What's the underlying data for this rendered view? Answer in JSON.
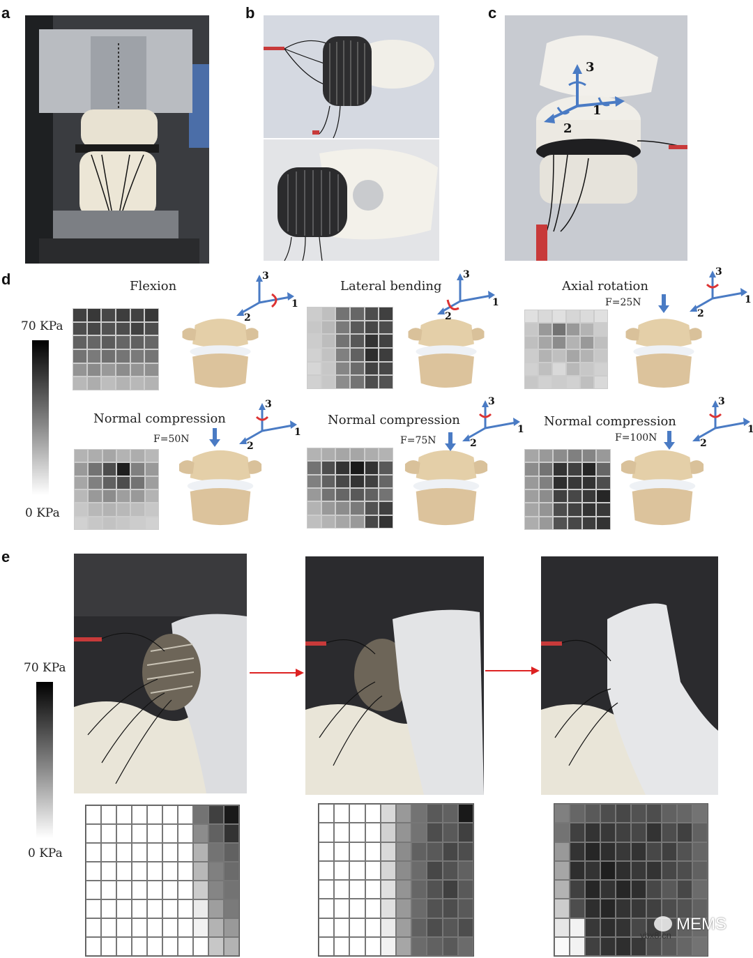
{
  "panels": {
    "a": "a",
    "b": "b",
    "c": "c",
    "d": "d",
    "e": "e"
  },
  "panel_c": {
    "axis_1": "1",
    "axis_2": "2",
    "axis_3": "3"
  },
  "panel_d": {
    "scale_max": "70 KPa",
    "scale_min": "0 KPa",
    "cases": [
      {
        "title": "Flexion",
        "force": "",
        "ax1": "1",
        "ax2": "2",
        "ax3": "3"
      },
      {
        "title": "Lateral bending",
        "force": "",
        "ax1": "1",
        "ax2": "2",
        "ax3": "3"
      },
      {
        "title": "Axial rotation",
        "force": "F=25N",
        "ax1": "1",
        "ax2": "2",
        "ax3": "3"
      },
      {
        "title": "Normal compression",
        "force": "F=50N",
        "ax1": "1",
        "ax2": "2",
        "ax3": "3"
      },
      {
        "title": "Normal compression",
        "force": "F=75N",
        "ax1": "1",
        "ax2": "2",
        "ax3": "3"
      },
      {
        "title": "Normal compression",
        "force": "F=100N",
        "ax1": "1",
        "ax2": "2",
        "ax3": "3"
      }
    ],
    "maps": [
      [
        [
          0.75,
          0.78,
          0.72,
          0.76,
          0.74,
          0.78
        ],
        [
          0.7,
          0.72,
          0.68,
          0.7,
          0.74,
          0.7
        ],
        [
          0.62,
          0.6,
          0.64,
          0.6,
          0.62,
          0.6
        ],
        [
          0.55,
          0.52,
          0.56,
          0.54,
          0.52,
          0.54
        ],
        [
          0.42,
          0.46,
          0.4,
          0.45,
          0.42,
          0.44
        ],
        [
          0.28,
          0.32,
          0.26,
          0.3,
          0.28,
          0.3
        ]
      ],
      [
        [
          0.2,
          0.25,
          0.55,
          0.6,
          0.7,
          0.75
        ],
        [
          0.22,
          0.28,
          0.52,
          0.65,
          0.72,
          0.7
        ],
        [
          0.2,
          0.26,
          0.55,
          0.66,
          0.8,
          0.74
        ],
        [
          0.18,
          0.24,
          0.5,
          0.62,
          0.82,
          0.76
        ],
        [
          0.16,
          0.22,
          0.48,
          0.58,
          0.74,
          0.72
        ],
        [
          0.18,
          0.22,
          0.45,
          0.55,
          0.7,
          0.68
        ]
      ],
      [
        [
          0.12,
          0.15,
          0.12,
          0.16,
          0.14,
          0.12
        ],
        [
          0.22,
          0.4,
          0.55,
          0.4,
          0.3,
          0.2
        ],
        [
          0.25,
          0.35,
          0.45,
          0.3,
          0.4,
          0.25
        ],
        [
          0.2,
          0.3,
          0.25,
          0.35,
          0.3,
          0.22
        ],
        [
          0.18,
          0.25,
          0.15,
          0.28,
          0.22,
          0.18
        ],
        [
          0.22,
          0.18,
          0.2,
          0.18,
          0.25,
          0.15
        ]
      ],
      [
        [
          0.3,
          0.32,
          0.35,
          0.3,
          0.32,
          0.28
        ],
        [
          0.4,
          0.55,
          0.7,
          0.88,
          0.5,
          0.4
        ],
        [
          0.35,
          0.5,
          0.62,
          0.7,
          0.55,
          0.38
        ],
        [
          0.28,
          0.4,
          0.45,
          0.38,
          0.4,
          0.3
        ],
        [
          0.22,
          0.28,
          0.3,
          0.28,
          0.26,
          0.22
        ],
        [
          0.18,
          0.22,
          0.24,
          0.22,
          0.2,
          0.18
        ]
      ],
      [
        [
          0.3,
          0.32,
          0.35,
          0.35,
          0.32,
          0.3
        ],
        [
          0.55,
          0.7,
          0.8,
          0.9,
          0.8,
          0.65
        ],
        [
          0.5,
          0.62,
          0.72,
          0.8,
          0.75,
          0.6
        ],
        [
          0.4,
          0.55,
          0.6,
          0.65,
          0.62,
          0.55
        ],
        [
          0.3,
          0.4,
          0.45,
          0.52,
          0.68,
          0.75
        ],
        [
          0.25,
          0.3,
          0.35,
          0.4,
          0.72,
          0.8
        ]
      ],
      [
        [
          0.35,
          0.4,
          0.45,
          0.5,
          0.48,
          0.4
        ],
        [
          0.45,
          0.55,
          0.8,
          0.75,
          0.85,
          0.6
        ],
        [
          0.4,
          0.5,
          0.82,
          0.78,
          0.8,
          0.7
        ],
        [
          0.38,
          0.45,
          0.75,
          0.72,
          0.78,
          0.85
        ],
        [
          0.35,
          0.42,
          0.7,
          0.74,
          0.8,
          0.78
        ],
        [
          0.32,
          0.4,
          0.68,
          0.72,
          0.76,
          0.8
        ]
      ]
    ]
  },
  "panel_e": {
    "scale_max": "70 KPa",
    "scale_min": "0 KPa",
    "maps": [
      [
        [
          0,
          0,
          0,
          0,
          0,
          0,
          0,
          0.55,
          0.75,
          0.9
        ],
        [
          0,
          0,
          0,
          0,
          0,
          0,
          0,
          0.45,
          0.62,
          0.8
        ],
        [
          0,
          0,
          0,
          0,
          0,
          0,
          0,
          0.3,
          0.55,
          0.62
        ],
        [
          0,
          0,
          0,
          0,
          0,
          0,
          0,
          0.28,
          0.5,
          0.58
        ],
        [
          0,
          0,
          0,
          0,
          0,
          0,
          0,
          0.2,
          0.48,
          0.55
        ],
        [
          0,
          0,
          0,
          0,
          0,
          0,
          0,
          0.08,
          0.38,
          0.52
        ],
        [
          0,
          0,
          0,
          0,
          0,
          0,
          0,
          0.05,
          0.3,
          0.4
        ],
        [
          0,
          0,
          0,
          0,
          0,
          0,
          0,
          0,
          0.22,
          0.3
        ]
      ],
      [
        [
          0,
          0,
          0,
          0,
          0.15,
          0.4,
          0.55,
          0.65,
          0.62,
          0.9
        ],
        [
          0,
          0,
          0,
          0,
          0.18,
          0.42,
          0.55,
          0.7,
          0.65,
          0.75
        ],
        [
          0,
          0,
          0,
          0,
          0.15,
          0.45,
          0.62,
          0.65,
          0.72,
          0.7
        ],
        [
          0,
          0,
          0,
          0,
          0.16,
          0.45,
          0.58,
          0.72,
          0.68,
          0.62
        ],
        [
          0,
          0,
          0,
          0,
          0.12,
          0.42,
          0.6,
          0.68,
          0.75,
          0.65
        ],
        [
          0,
          0,
          0,
          0,
          0.12,
          0.4,
          0.58,
          0.68,
          0.7,
          0.65
        ],
        [
          0,
          0,
          0,
          0,
          0.08,
          0.38,
          0.62,
          0.7,
          0.66,
          0.7
        ],
        [
          0,
          0,
          0,
          0,
          0.05,
          0.35,
          0.58,
          0.62,
          0.65,
          0.58
        ]
      ],
      [
        [
          0.5,
          0.6,
          0.65,
          0.7,
          0.72,
          0.68,
          0.7,
          0.62,
          0.6,
          0.55
        ],
        [
          0.55,
          0.75,
          0.8,
          0.78,
          0.75,
          0.72,
          0.8,
          0.7,
          0.75,
          0.62
        ],
        [
          0.4,
          0.8,
          0.85,
          0.82,
          0.78,
          0.8,
          0.72,
          0.75,
          0.68,
          0.6
        ],
        [
          0.35,
          0.82,
          0.8,
          0.88,
          0.82,
          0.78,
          0.8,
          0.72,
          0.7,
          0.62
        ],
        [
          0.3,
          0.75,
          0.85,
          0.8,
          0.85,
          0.82,
          0.72,
          0.65,
          0.72,
          0.58
        ],
        [
          0.2,
          0.7,
          0.82,
          0.85,
          0.8,
          0.78,
          0.75,
          0.7,
          0.68,
          0.62
        ],
        [
          0.1,
          0.05,
          0.78,
          0.82,
          0.8,
          0.72,
          0.76,
          0.7,
          0.62,
          0.58
        ],
        [
          0.02,
          0.05,
          0.75,
          0.8,
          0.82,
          0.78,
          0.7,
          0.65,
          0.6,
          0.55
        ]
      ]
    ]
  },
  "watermark": {
    "brand": "MEMS",
    "site": "ybx8.cn"
  }
}
